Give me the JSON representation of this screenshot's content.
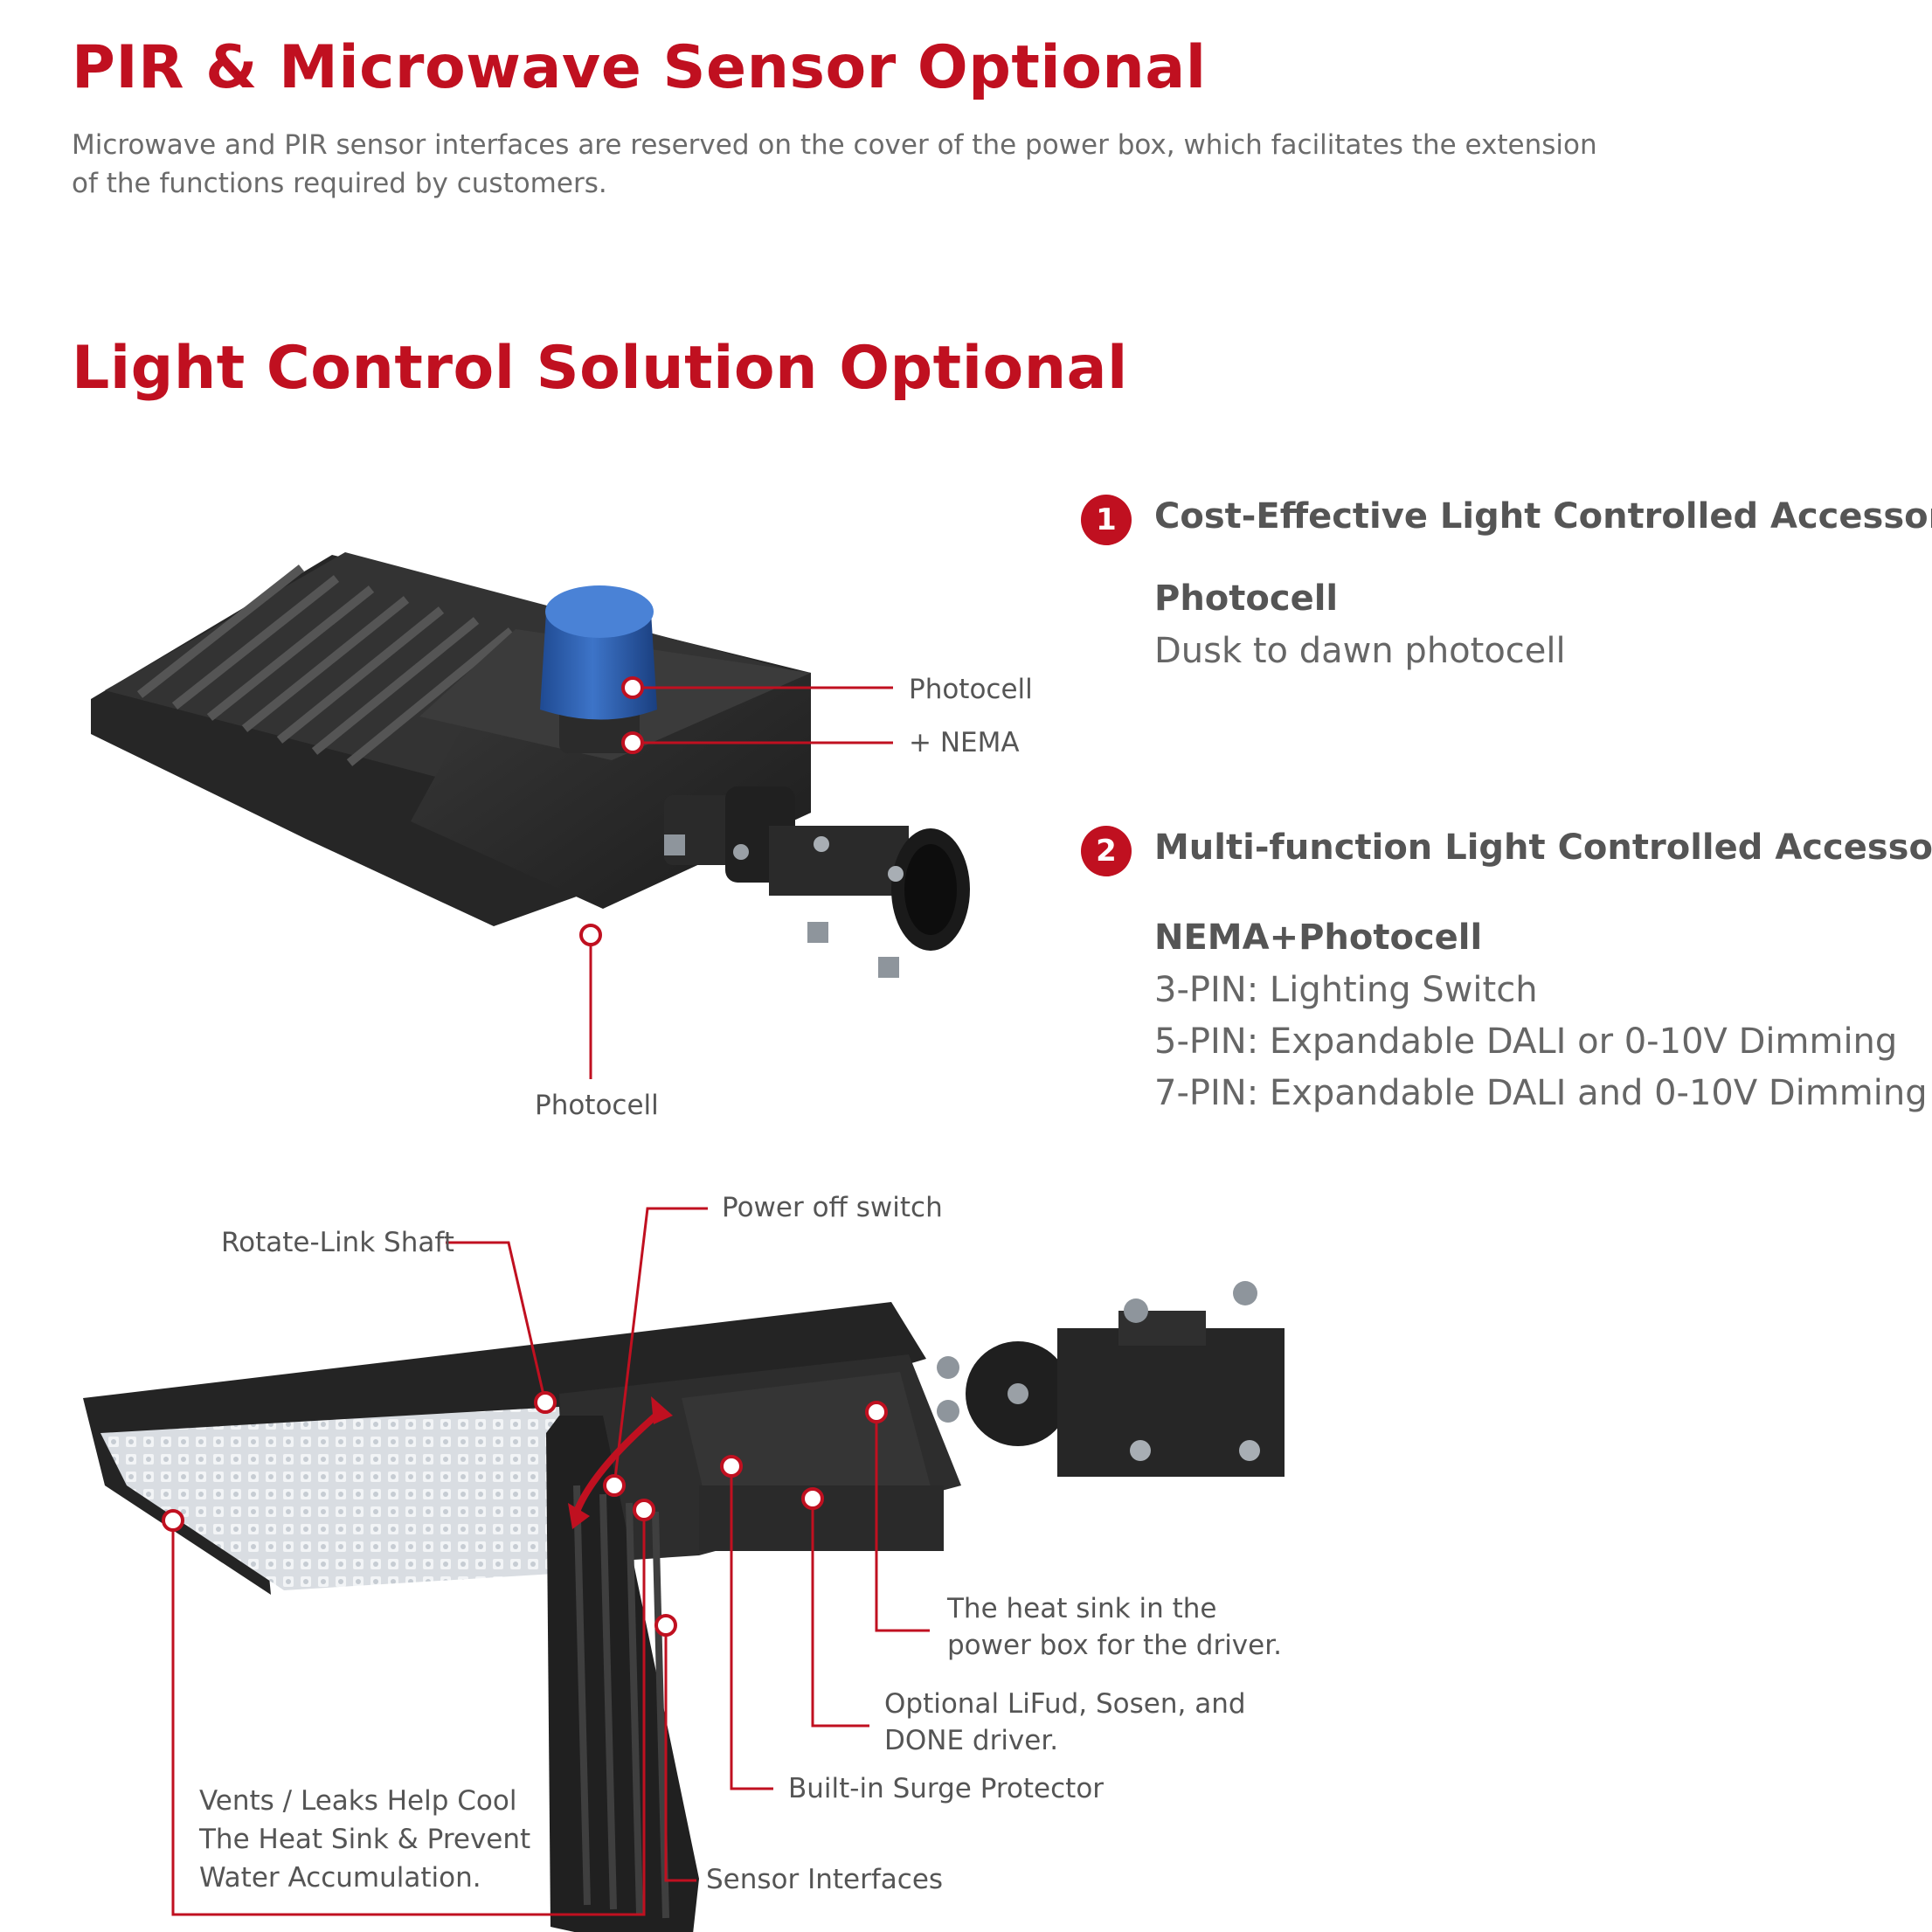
{
  "colors": {
    "accent": "#c01020",
    "text": "#555555",
    "product": "#2b2b2b",
    "photocell_cap": "#2f5fb0"
  },
  "pir_section": {
    "title": "PIR & Microwave Sensor Optional",
    "description": "Microwave and PIR sensor interfaces are reserved on the cover of the power box, which facilitates the extension of the functions required by customers."
  },
  "light_control": {
    "title": "Light Control Solution Optional",
    "top_figure_labels": {
      "photocell_top": "Photocell",
      "nema": "+ NEMA",
      "photocell_bottom": "Photocell"
    },
    "accessories": [
      {
        "number": "1",
        "title": "Cost-Effective Light Controlled Accessories",
        "subtitle": "Photocell",
        "lines": [
          "Dusk to dawn photocell"
        ]
      },
      {
        "number": "2",
        "title": "Multi-function Light Controlled Accessories",
        "subtitle": "NEMA+Photocell",
        "lines": [
          "3-PIN: Lighting Switch",
          "5-PIN: Expandable DALI or 0-10V Dimming",
          "7-PIN: Expandable DALI and 0-10V Dimming"
        ]
      }
    ]
  },
  "bottom_figure_labels": {
    "power_off_switch": "Power off switch",
    "rotate_link_shaft": "Rotate-Link Shaft",
    "heat_sink_line1": "The heat sink in the",
    "heat_sink_line2": "power box for the driver.",
    "driver_line1": "Optional LiFud, Sosen, and",
    "driver_line2": "DONE driver.",
    "surge": "Built-in Surge Protector",
    "vents_line1": "Vents / Leaks Help Cool",
    "vents_line2": "The Heat Sink & Prevent",
    "vents_line3": "Water Accumulation.",
    "sensor": "Sensor Interfaces"
  }
}
